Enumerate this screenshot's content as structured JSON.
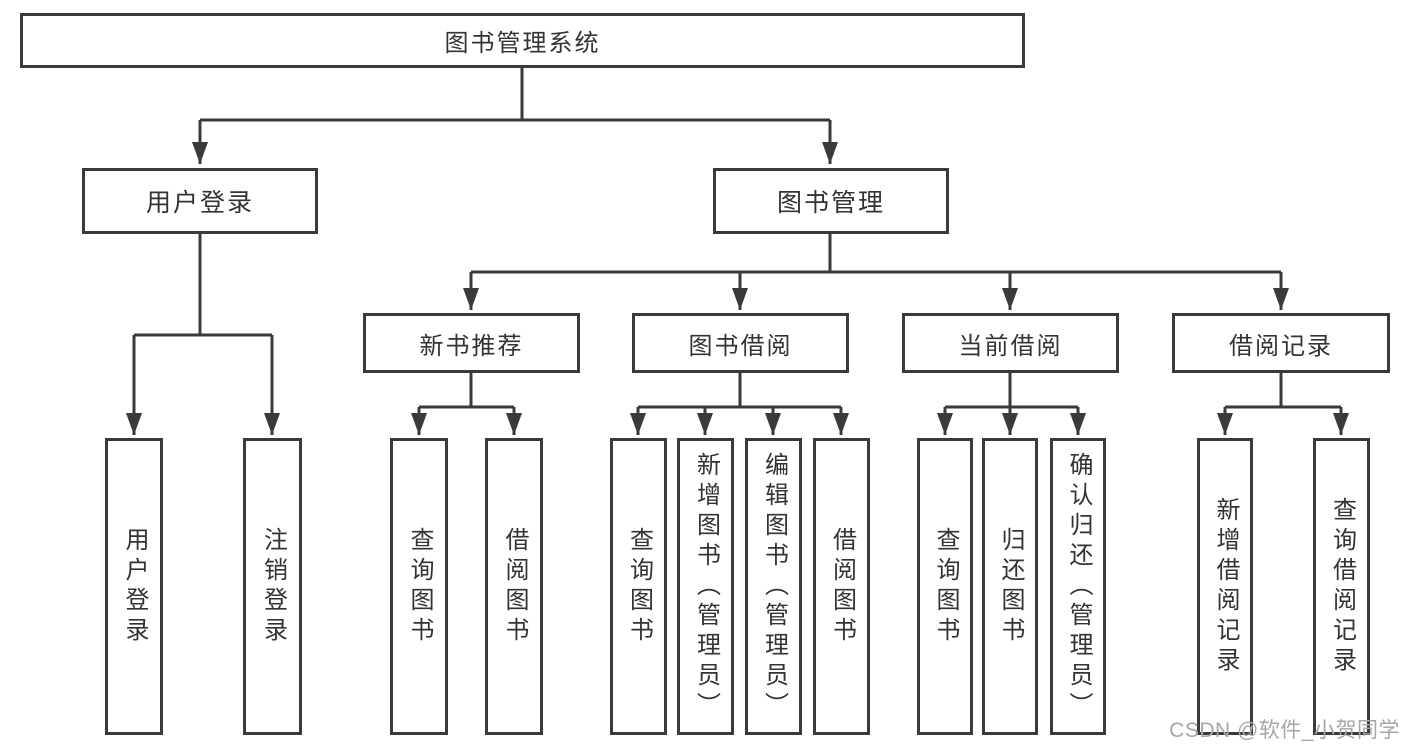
{
  "diagram": {
    "root": {
      "label": "图书管理系统"
    },
    "level1": [
      {
        "label": "用户登录"
      },
      {
        "label": "图书管理"
      }
    ],
    "level2": [
      {
        "label": "新书推荐"
      },
      {
        "label": "图书借阅"
      },
      {
        "label": "当前借阅"
      },
      {
        "label": "借阅记录"
      }
    ],
    "leaves": {
      "user_login": [
        {
          "label": "用户登录"
        },
        {
          "label": "注销登录"
        }
      ],
      "new_books": [
        {
          "label": "查询图书"
        },
        {
          "label": "借阅图书"
        }
      ],
      "book_borrow": [
        {
          "label": "查询图书"
        },
        {
          "label": "新增图书（管理员）"
        },
        {
          "label": "编辑图书（管理员）"
        },
        {
          "label": "借阅图书"
        }
      ],
      "current_borrow": [
        {
          "label": "查询图书"
        },
        {
          "label": "归还图书"
        },
        {
          "label": "确认归还（管理员）"
        }
      ],
      "borrow_records": [
        {
          "label": "新增借阅记录"
        },
        {
          "label": "查询借阅记录"
        }
      ]
    }
  },
  "watermark": {
    "text": "CSDN @软件_小贺同学"
  },
  "colors": {
    "line": "#3a3a3a",
    "text": "#333333",
    "watermark": "#a6a6a6",
    "background": "#ffffff"
  }
}
